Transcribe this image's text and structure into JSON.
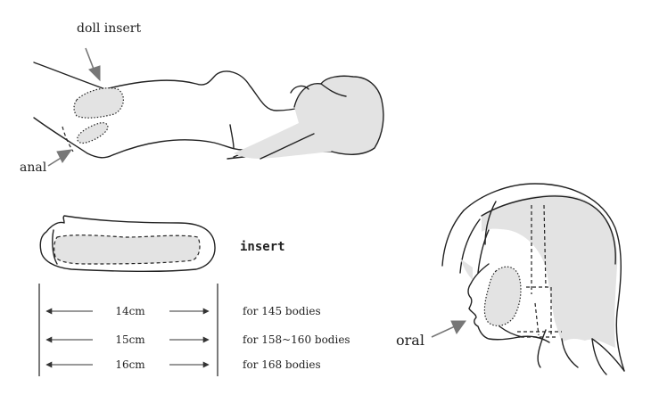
{
  "labels": {
    "doll_insert": "doll insert",
    "anal": "anal",
    "insert": "insert",
    "oral": "oral"
  },
  "measurements": [
    {
      "length": "14cm",
      "bodies": "for 145 bodies"
    },
    {
      "length": "15cm",
      "bodies": "for 158~160 bodies"
    },
    {
      "length": "16cm",
      "bodies": "for 168 bodies"
    }
  ],
  "colors": {
    "line": "#222222",
    "shade": "#e3e3e3",
    "pointer_arrow": "#777777"
  }
}
